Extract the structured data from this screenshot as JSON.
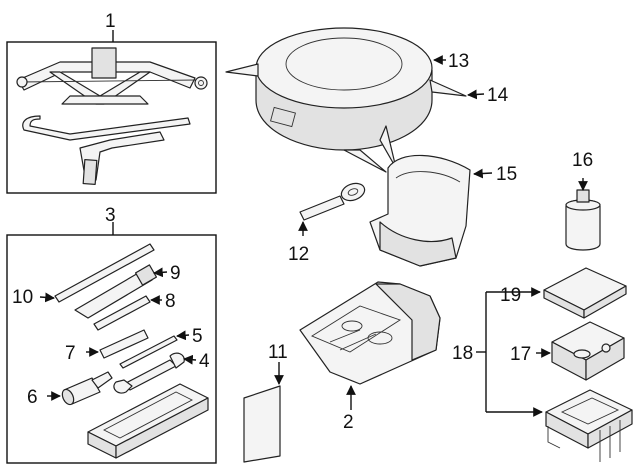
{
  "callouts": {
    "c1": "1",
    "c2": "2",
    "c3": "3",
    "c4": "4",
    "c5": "5",
    "c6": "6",
    "c7": "7",
    "c8": "8",
    "c9": "9",
    "c10": "10",
    "c11": "11",
    "c12": "12",
    "c13": "13",
    "c14": "14",
    "c15": "15",
    "c16": "16",
    "c17": "17",
    "c18": "18",
    "c19": "19"
  },
  "colors": {
    "line": "#111111",
    "fill": "#f4f4f4",
    "shade": "#e2e2e2"
  }
}
